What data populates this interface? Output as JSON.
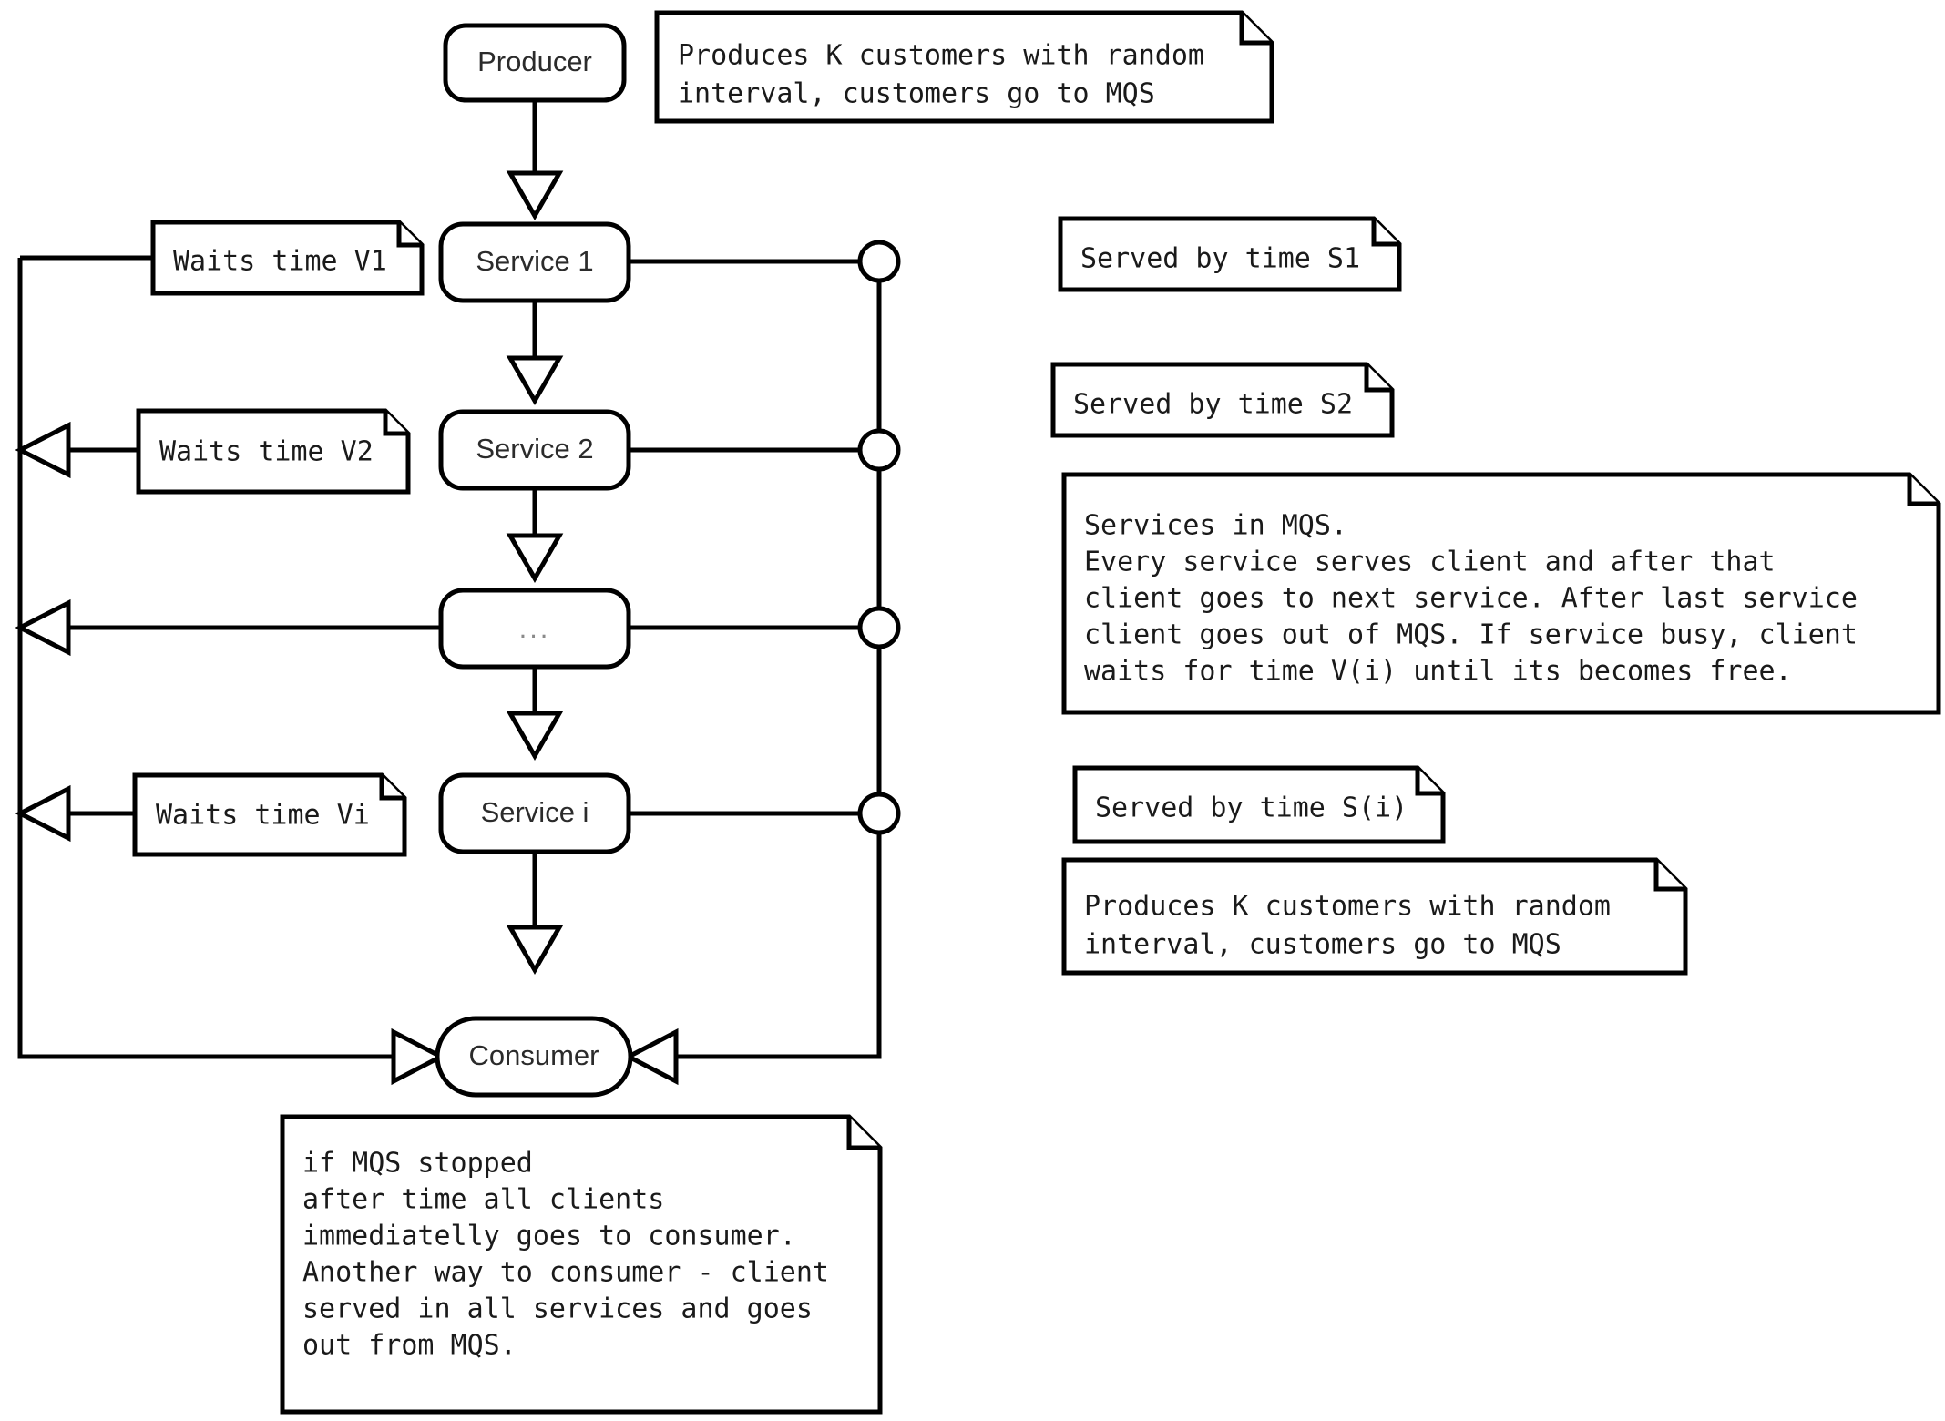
{
  "diagram": {
    "title": "MQS Producer-Services-Consumer Activity Diagram",
    "colors": {
      "stroke": "#000000",
      "background": "#ffffff",
      "node_label": "#2b2b2b",
      "ellipsis_label": "#8a8a8a"
    },
    "nodes": {
      "producer": {
        "label": "Producer"
      },
      "service1": {
        "label": "Service 1"
      },
      "service2": {
        "label": "Service 2"
      },
      "service_ellipsis": {
        "label": "..."
      },
      "service_i": {
        "label": "Service i"
      },
      "consumer": {
        "label": "Consumer"
      }
    },
    "notes": {
      "producer_note": {
        "lines": [
          "Produces K customers with random",
          "interval, customers go to MQS"
        ]
      },
      "waits_v1": {
        "lines": [
          "Waits time V1"
        ]
      },
      "waits_v2": {
        "lines": [
          "Waits time V2"
        ]
      },
      "waits_vi": {
        "lines": [
          "Waits time Vi"
        ]
      },
      "served_s1": {
        "lines": [
          "Served by time S1"
        ]
      },
      "served_s2": {
        "lines": [
          "Served by time S2"
        ]
      },
      "served_si": {
        "lines": [
          "Served by time S(i)"
        ]
      },
      "services_mqs": {
        "lines": [
          "Services in MQS.",
          "Every service serves client and after that",
          "client goes to next service. After last service",
          "client goes out of MQS. If service busy, client",
          "waits for time V(i) until its becomes free."
        ]
      },
      "produces_note_right": {
        "lines": [
          "Produces K customers with random",
          "interval, customers go to MQS"
        ]
      },
      "consumer_note": {
        "lines": [
          "if MQS stopped",
          "after time all clients",
          "immediatelly goes to consumer.",
          "Another way to consumer - client",
          "served in all services and goes",
          "out from MQS."
        ]
      }
    }
  }
}
